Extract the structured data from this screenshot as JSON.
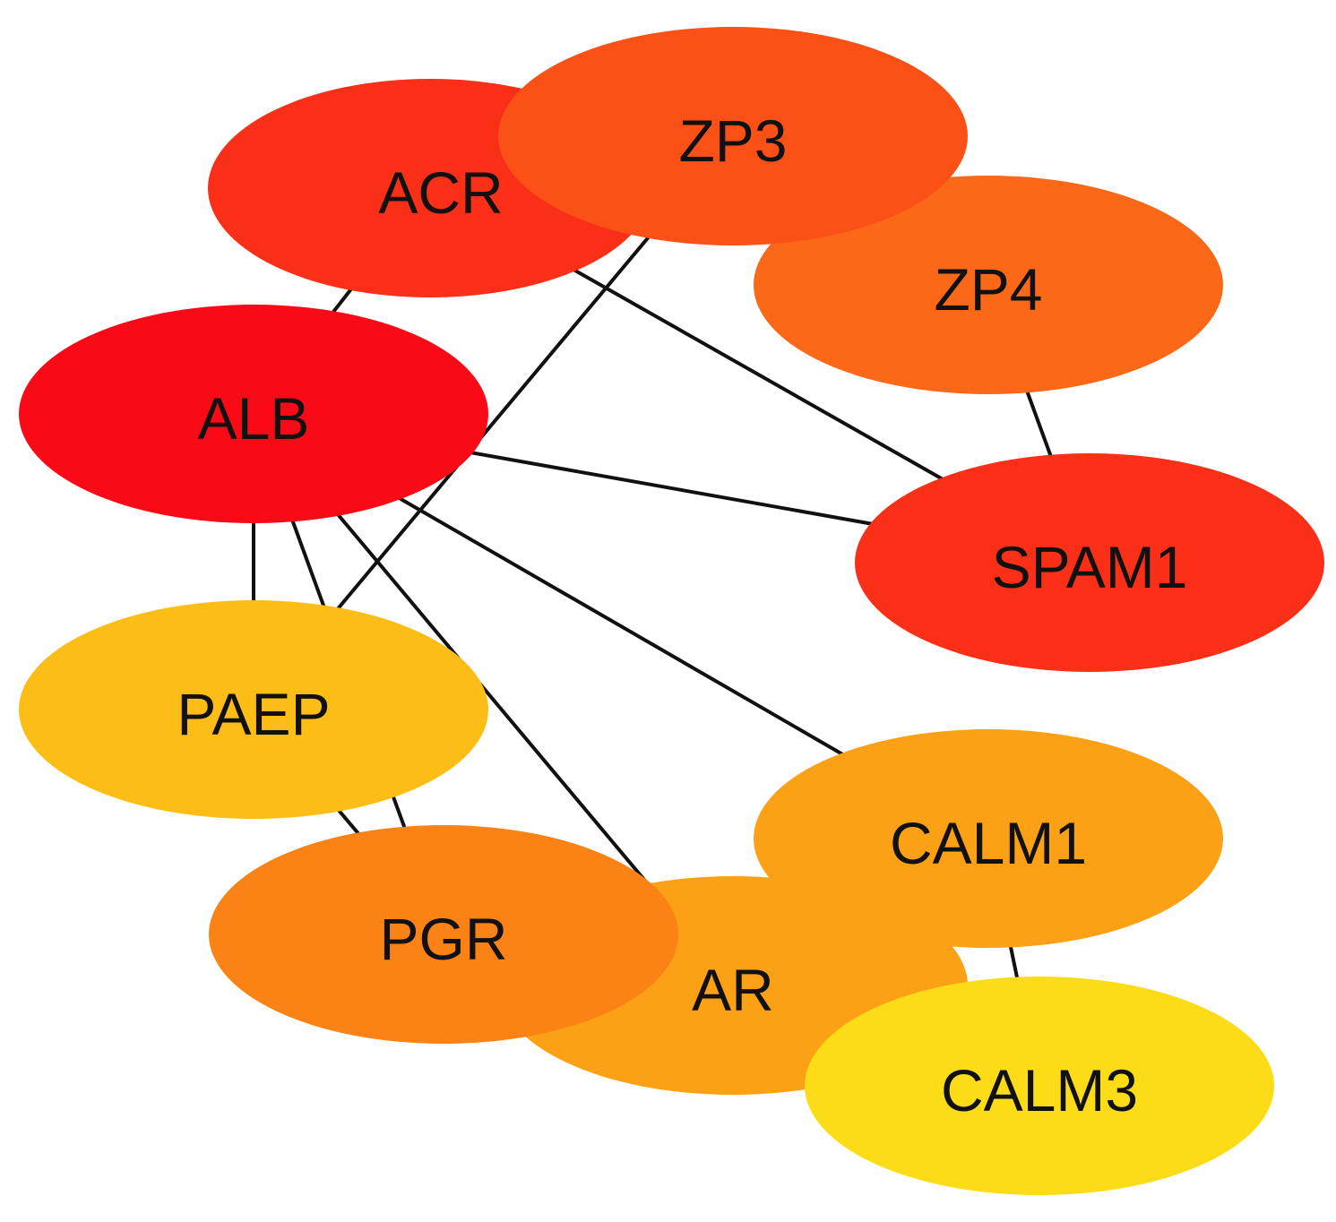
{
  "nodes": [
    {
      "id": "ACR",
      "label": "ACR",
      "color": "#f92f17"
    },
    {
      "id": "ZP4",
      "label": "ZP4",
      "color": "#fb6817"
    },
    {
      "id": "ZP3",
      "label": "ZP3",
      "color": "#fb5016"
    },
    {
      "id": "ALB",
      "label": "ALB",
      "color": "#fa0a16"
    },
    {
      "id": "SPAM1",
      "label": "SPAM1",
      "color": "#fa2f17"
    },
    {
      "id": "PAEP",
      "label": "PAEP",
      "color": "#fcbd16"
    },
    {
      "id": "AR",
      "label": "AR",
      "color": "#fca016"
    },
    {
      "id": "PGR",
      "label": "PGR",
      "color": "#fb8316"
    },
    {
      "id": "CALM1",
      "label": "CALM1",
      "color": "#fca016"
    },
    {
      "id": "CALM3",
      "label": "CALM3",
      "color": "#fcdc16"
    }
  ],
  "edges": [
    {
      "source": "ACR",
      "target": "ALB"
    },
    {
      "source": "ACR",
      "target": "SPAM1"
    },
    {
      "source": "ZP3",
      "target": "PAEP"
    },
    {
      "source": "ZP4",
      "target": "SPAM1"
    },
    {
      "source": "ALB",
      "target": "SPAM1"
    },
    {
      "source": "ALB",
      "target": "PAEP"
    },
    {
      "source": "ALB",
      "target": "PGR"
    },
    {
      "source": "ALB",
      "target": "AR"
    },
    {
      "source": "ALB",
      "target": "CALM1"
    },
    {
      "source": "PAEP",
      "target": "PGR"
    },
    {
      "source": "CALM1",
      "target": "CALM3"
    }
  ]
}
